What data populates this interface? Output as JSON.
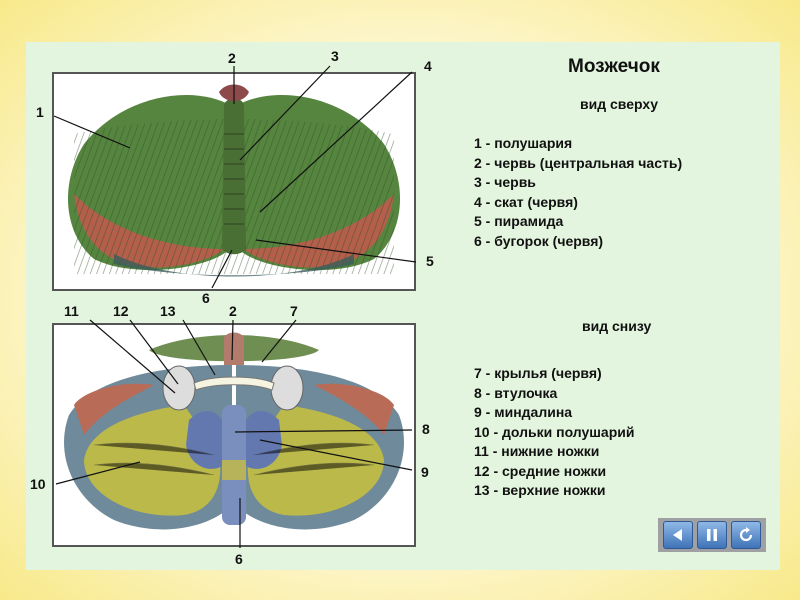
{
  "title": "Мозжечок",
  "top_view": {
    "subtitle": "вид сверху",
    "legend": [
      "1 - полушария",
      "2 - червь (центральная часть)",
      "3 - червь",
      "4 - скат (червя)",
      "5 - пирамида",
      "6 - бугорок (червя)"
    ],
    "callouts": [
      "1",
      "2",
      "3",
      "4",
      "5",
      "6"
    ]
  },
  "bottom_view": {
    "subtitle": "вид снизу",
    "legend": [
      "7 - крылья (червя)",
      "8 - втулочка",
      "9 - миндалина",
      "10 - дольки полушарий",
      "11 - нижние ножки",
      "12 - средние ножки",
      "13 - верхние ножки"
    ],
    "callouts": [
      "11",
      "12",
      "13",
      "2",
      "7",
      "8",
      "9",
      "10",
      "6"
    ]
  },
  "controls": {
    "icons": [
      "prev-icon",
      "pause-icon",
      "replay-icon"
    ]
  },
  "colors": {
    "panel_bg": "#e3f5de",
    "hemisphere_green": "#4e7a3a",
    "hemisphere_red": "#b25d4a",
    "lobule_yellow": "#b9b84a",
    "vermis_blue": "#6f86b8",
    "control_blue": "#3f73b8"
  }
}
